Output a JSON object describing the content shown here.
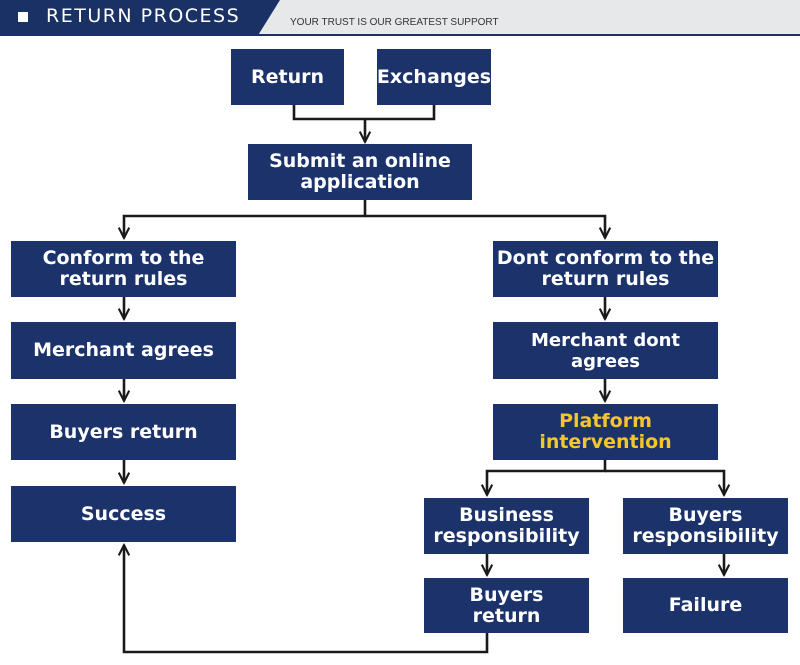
{
  "header": {
    "title": "RETURN PROCESS",
    "slogan": "YOUR TRUST IS OUR GREATEST SUPPORT"
  },
  "nodes": {
    "return": "Return",
    "exchanges": "Exchanges",
    "submit": "Submit an online\napplication",
    "conform": "Conform to the\nreturn rules",
    "dont_conform": "Dont conform to the\nreturn rules",
    "merchant_agrees": "Merchant agrees",
    "merchant_dont": "Merchant dont agrees",
    "buyers_return_left": "Buyers return",
    "platform": "Platform\nintervention",
    "success": "Success",
    "business_resp": "Business\nresponsibility",
    "buyers_resp": "Buyers\nresponsibility",
    "buyers_return_right": "Buyers\nreturn",
    "failure": "Failure"
  },
  "colors": {
    "box": "#1b326b",
    "header_dark": "#1a3166",
    "header_light": "#e7e8ea",
    "highlight_text": "#f5c62b",
    "connector": "#1a1a1a"
  }
}
